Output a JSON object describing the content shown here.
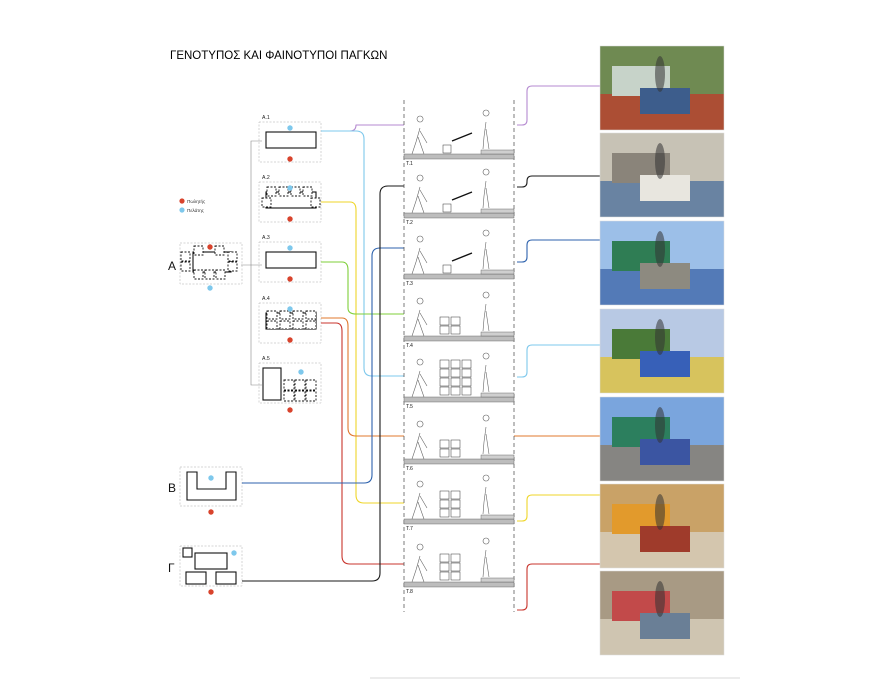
{
  "title": "ΓΕΝΟΤΥΠΟΣ ΚΑΙ ΦΑΙΝΟΤΥΠΟΙ ΠΑΓΚΩΝ",
  "legend": {
    "seller": {
      "label": "Πωλητής",
      "color": "#d8432c"
    },
    "customer": {
      "label": "Πελάτης",
      "color": "#7ec8ec"
    }
  },
  "genotypes": [
    "Α",
    "Β",
    "Γ"
  ],
  "subtypes": [
    "A.1",
    "A.2",
    "A.3",
    "A.4",
    "A.5"
  ],
  "phenotypes": [
    "T.1",
    "T.2",
    "T.3",
    "T.4",
    "T.5",
    "T.6",
    "T.7",
    "T.8"
  ],
  "line_colors": {
    "purple": "#b58ad0",
    "black": "#1a1a1a",
    "blue": "#2d62ad",
    "lightblue": "#7ec8ec",
    "orange": "#e0782e",
    "yellow": "#efd62a",
    "red": "#c8342c",
    "green": "#7fcf3a"
  },
  "photos": [
    {
      "name": "market-stall-photo-1",
      "line": "purple"
    },
    {
      "name": "market-stall-photo-2",
      "line": "black"
    },
    {
      "name": "market-stall-photo-3",
      "line": "blue"
    },
    {
      "name": "market-stall-photo-4",
      "line": "lightblue"
    },
    {
      "name": "market-stall-photo-5",
      "line": "orange"
    },
    {
      "name": "market-stall-photo-6",
      "line": "yellow"
    },
    {
      "name": "market-stall-photo-7",
      "line": "red"
    }
  ]
}
